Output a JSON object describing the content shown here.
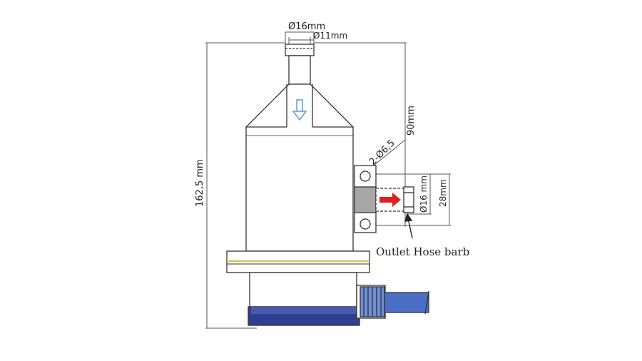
{
  "dimensions": {
    "top_outer_diameter": "Ø16mm",
    "top_inner_diameter": "Ø11mm",
    "total_height": "162,5 mm",
    "mount_spacing": "90mm",
    "mount_holes": "2-Ø6,5",
    "outlet_diameter": "Ø16 mm",
    "outlet_offset": "28mm"
  },
  "labels": {
    "outlet": "Outlet Hose barb"
  },
  "colors": {
    "line": "#333333",
    "dim_line": "#555555",
    "body_fill": "#ffffff",
    "base_blue": "#2e3f8f",
    "cable_blue": "#4b6fc4",
    "flange_stripe": "#d8c24a",
    "clamp_gray": "#a7a7a7",
    "flow_arrow_red": "#e02020",
    "flow_arrow_blue": "#5a9fd4"
  }
}
